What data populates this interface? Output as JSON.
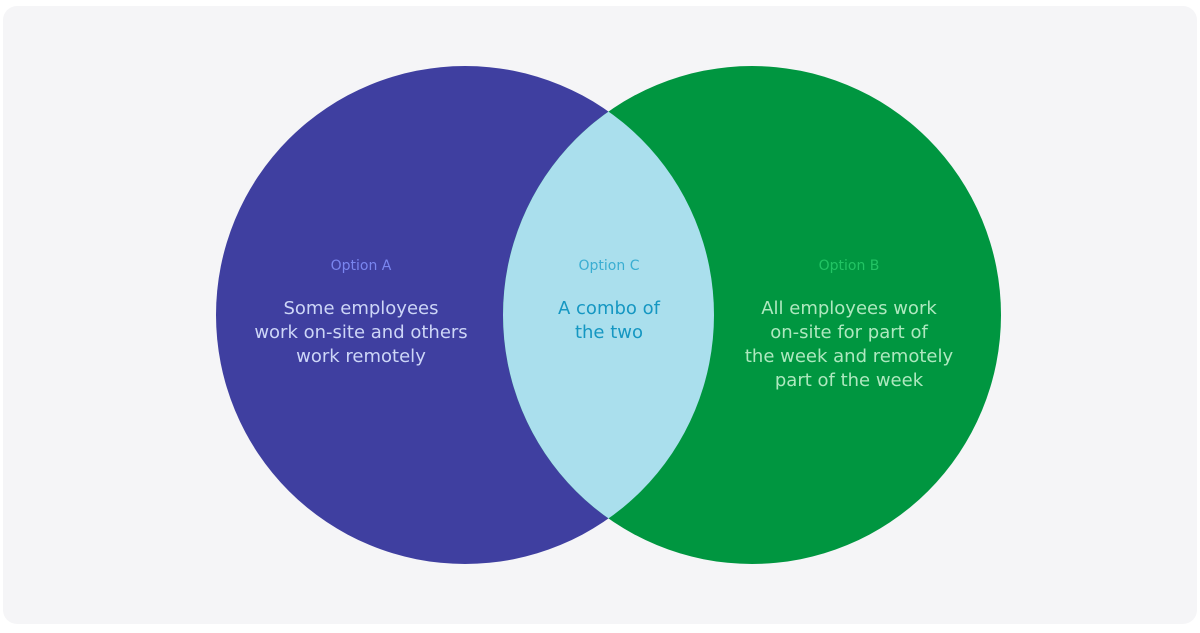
{
  "colors": {
    "option_a": "#3f3fa0",
    "option_b": "#009640",
    "option_c": "#aadfed",
    "background": "#f5f5f7"
  },
  "sets": {
    "a": {
      "label": "Option A",
      "text": "Some employees\nwork on-site and others\nwork remotely"
    },
    "c": {
      "label": "Option C",
      "text": "A combo of\nthe two"
    },
    "b": {
      "label": "Option B",
      "text": "All employees work\non-site for part of\nthe week and remotely\npart of the week"
    }
  }
}
